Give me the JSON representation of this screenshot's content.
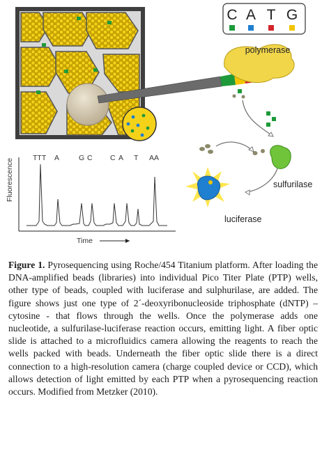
{
  "figure": {
    "legend_letters": [
      "C",
      "A",
      "T",
      "G"
    ],
    "legend_colors": [
      "#1f9a3a",
      "#1f7fd0",
      "#d4252b",
      "#f2c500"
    ],
    "enzymes": {
      "polymerase": "polymerase",
      "sulfurilase": "sulfurilase",
      "luciferase": "luciferase"
    },
    "trace": {
      "peak_labels": [
        "TTT",
        "A",
        "G",
        "C",
        "C",
        "A",
        "T",
        "AA"
      ],
      "ylabel": "Fluorescence",
      "xlabel": "Time"
    }
  },
  "caption": {
    "label": "Figure 1.",
    "text": "Pyrosequencing using Roche/454 Titanium platform. After loading the DNA-amplified beads (libraries) into individual Pico Titer Plate (PTP) wells, other type of beads, coupled with luciferase and sulphurilase, are added. The figure shows just one type of 2´-deoxyribonucleoside triphosphate (dNTP) – cytosine - that flows through the wells. Once the polymerase adds one nucleotide, a sulfurilase-luciferase reaction occurs, emitting light. A fiber optic slide is attached to a microfluidics camera allowing the reagents to reach the wells packed with beads. Underneath the fiber optic slide there is a direct connection to a high-resolution camera (charge coupled device or CCD), which allows detection of light emitted by each PTP when a pyrosequencing reaction occurs. Modified from Metzker (2010)."
  }
}
